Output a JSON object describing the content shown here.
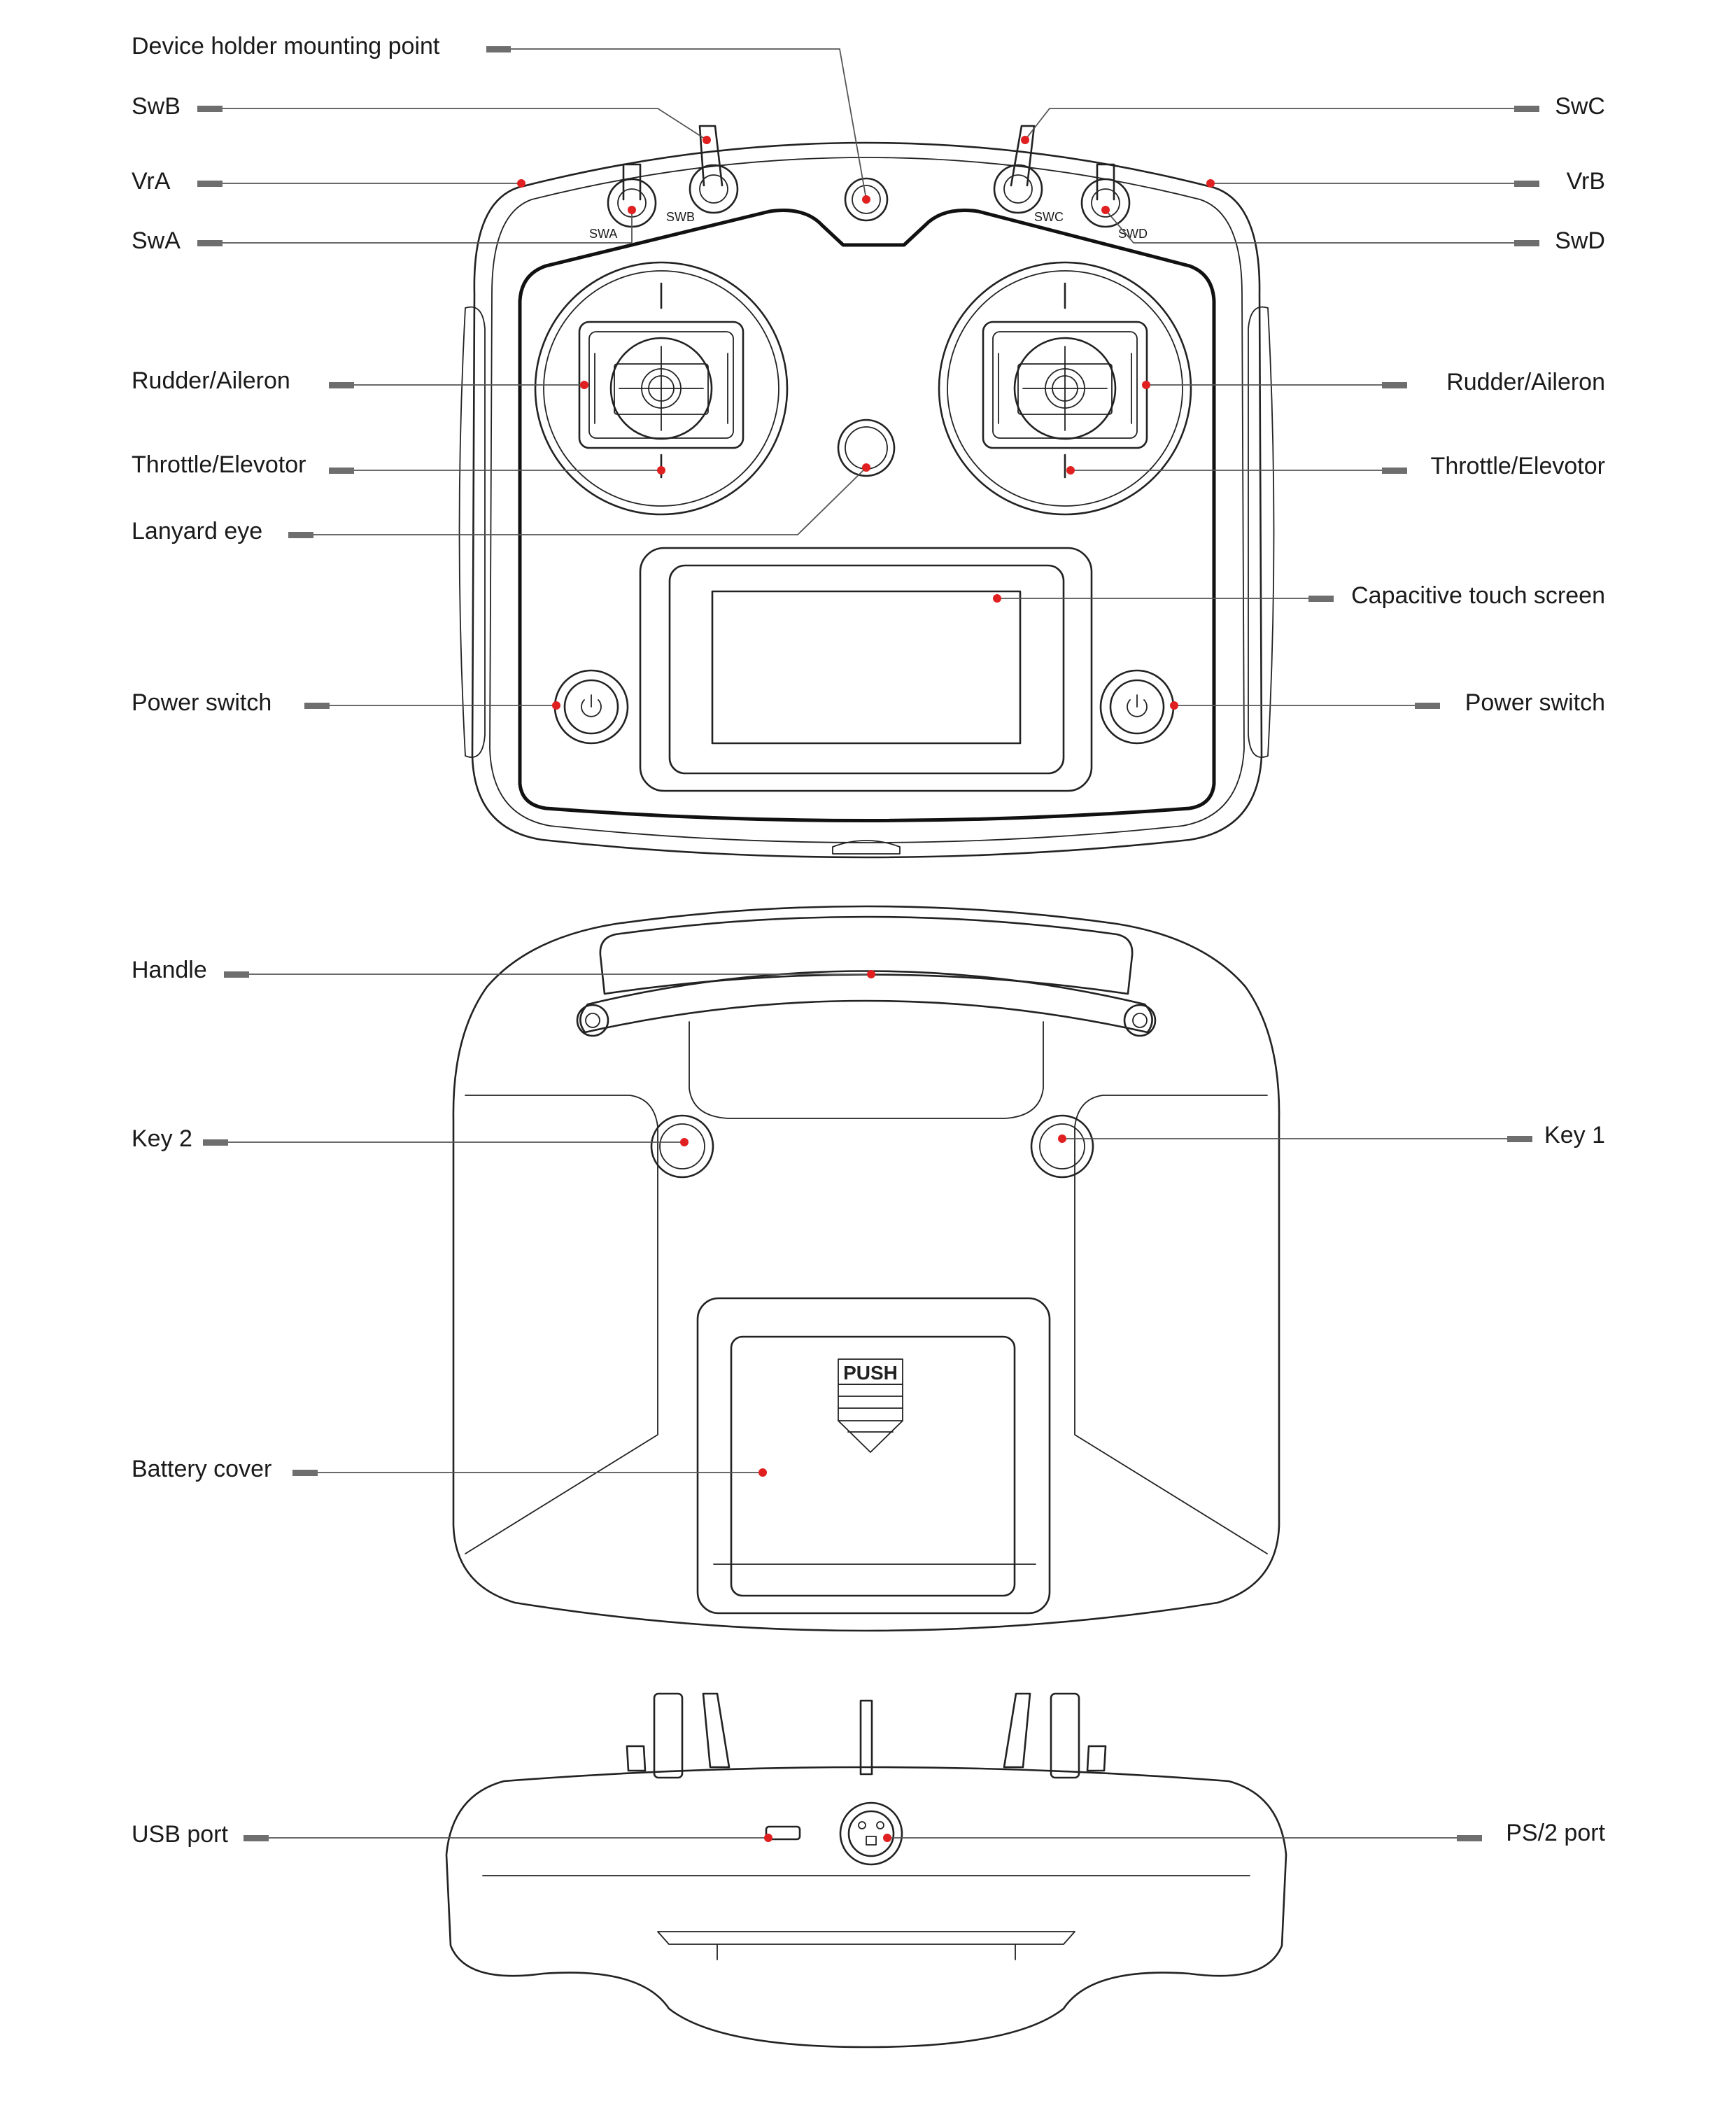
{
  "diagram": {
    "title": "Transmitter component diagram",
    "views": [
      "front",
      "back",
      "bottom"
    ],
    "colors": {
      "callout_dot": "#e02020",
      "leader_tick": "#6e6e6e",
      "outline": "#222222"
    },
    "labels": {
      "device_holder": "Device holder mounting point",
      "swb": "SwB",
      "swc": "SwC",
      "vra": "VrA",
      "vrb": "VrB",
      "swa": "SwA",
      "swd": "SwD",
      "rudder_left": "Rudder/Aileron",
      "rudder_right": "Rudder/Aileron",
      "throttle_left": "Throttle/Elevotor",
      "throttle_right": "Throttle/Elevotor",
      "lanyard": "Lanyard eye",
      "touch_screen": "Capacitive touch screen",
      "power_left": "Power switch",
      "power_right": "Power switch",
      "handle": "Handle",
      "key2": "Key 2",
      "key1": "Key 1",
      "battery_cover": "Battery cover",
      "usb": "USB port",
      "ps2": "PS/2 port"
    },
    "switch_plates": {
      "swa": "SWA",
      "swb": "SWB",
      "swc": "SWC",
      "swd": "SWD"
    },
    "battery_cover_text": "PUSH"
  }
}
